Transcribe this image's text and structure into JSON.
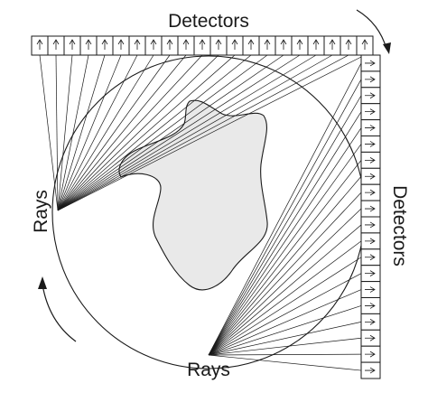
{
  "labels": {
    "detectors_top": "Detectors",
    "detectors_right": "Detectors",
    "rays_left": "Rays",
    "rays_bottom": "Rays"
  },
  "colors": {
    "line": "#1a1a1a",
    "object_fill": "#e9e9e9",
    "background": "#ffffff"
  }
}
